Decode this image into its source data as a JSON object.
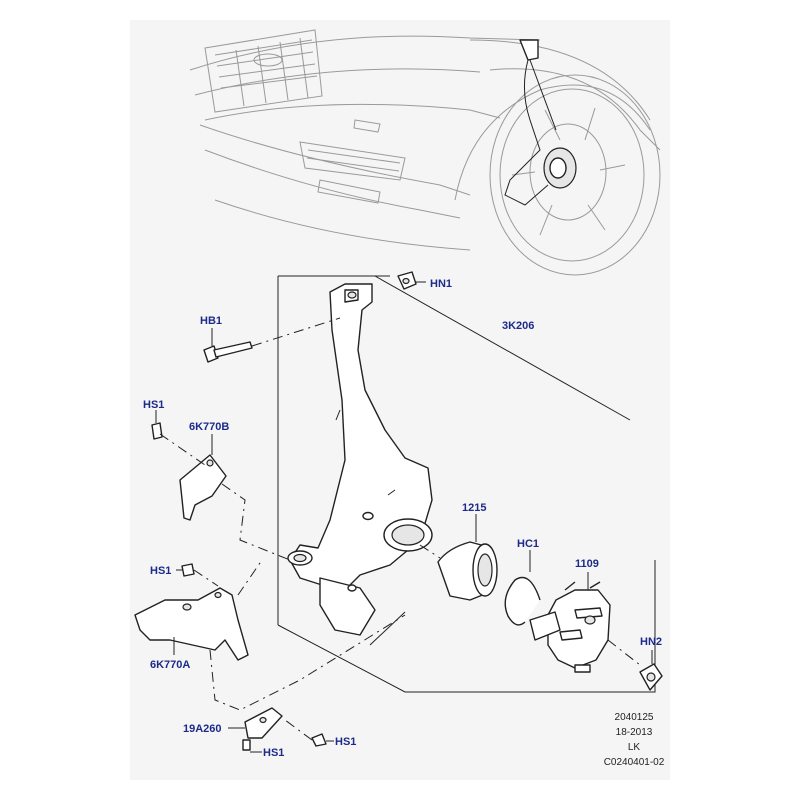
{
  "diagram": {
    "callouts": {
      "hn1": "HN1",
      "hb1": "HB1",
      "k3206": "3K206",
      "hs1_top": "HS1",
      "k6770b": "6K770B",
      "p1215": "1215",
      "hc1": "HC1",
      "p1109": "1109",
      "hs1_mid": "HS1",
      "hn2": "HN2",
      "k6770a": "6K770A",
      "p19a260": "19A260",
      "hs1_bl": "HS1",
      "hs1_br": "HS1"
    },
    "meta": {
      "line1": "2040125",
      "line2": "18-2013",
      "line3": "LK",
      "line4": "C0240401-02"
    }
  }
}
